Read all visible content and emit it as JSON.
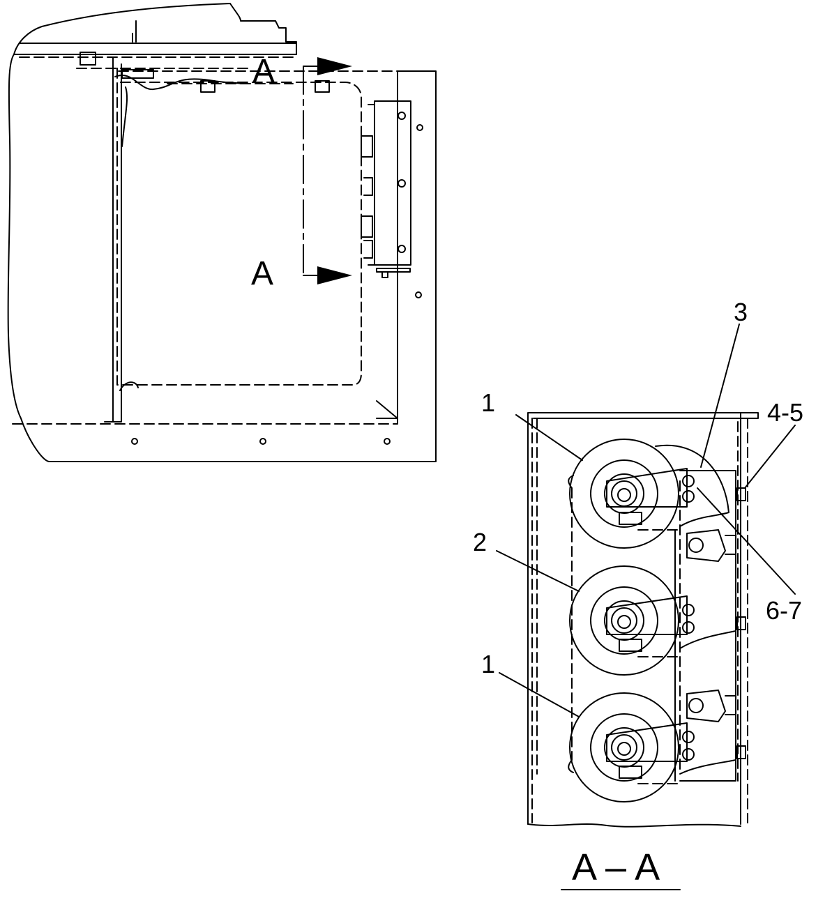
{
  "section_marks": {
    "top": "A",
    "bottom": "A"
  },
  "section_title": "A – A",
  "callouts": {
    "part_1_upper": "1",
    "part_2": "2",
    "part_1_lower": "1",
    "part_3": "3",
    "part_4_5": "4-5",
    "part_6_7": "6-7"
  }
}
